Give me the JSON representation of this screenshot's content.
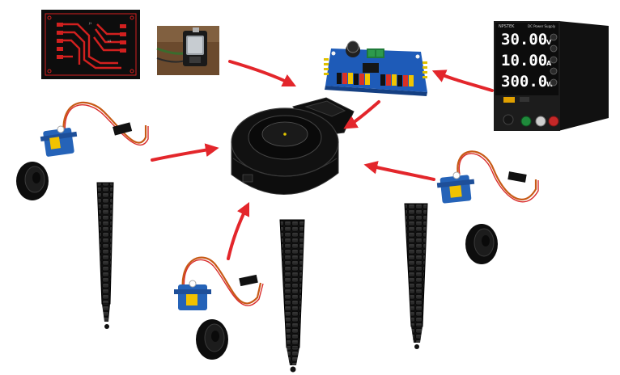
{
  "power_supply": {
    "voltage_value": "30.00",
    "voltage_unit": "V",
    "current_value": "10.00",
    "current_unit": "A",
    "power_value": "300.0",
    "power_unit": "W",
    "brand_text": "NPSTEK",
    "model_text": "DC Power Supply",
    "screen_color": "#0c0c0c",
    "digit_color": "#ffffff"
  },
  "arrows": {
    "color": "#e3262b"
  },
  "pcb": {
    "board_color": "#0d0d0d",
    "trace_color": "#d2201f"
  },
  "servo_driver": {
    "board_color": "#1e5bb8"
  },
  "servo": {
    "body_color": "#2563b8",
    "sticker_color": "#f2c200"
  },
  "icons": [
    "pcb-layout",
    "xiao-microcontroller",
    "pca9685-servo-driver",
    "dc-power-supply",
    "robot-base-body",
    "servo-motor",
    "wheel",
    "tentacle-leg"
  ]
}
